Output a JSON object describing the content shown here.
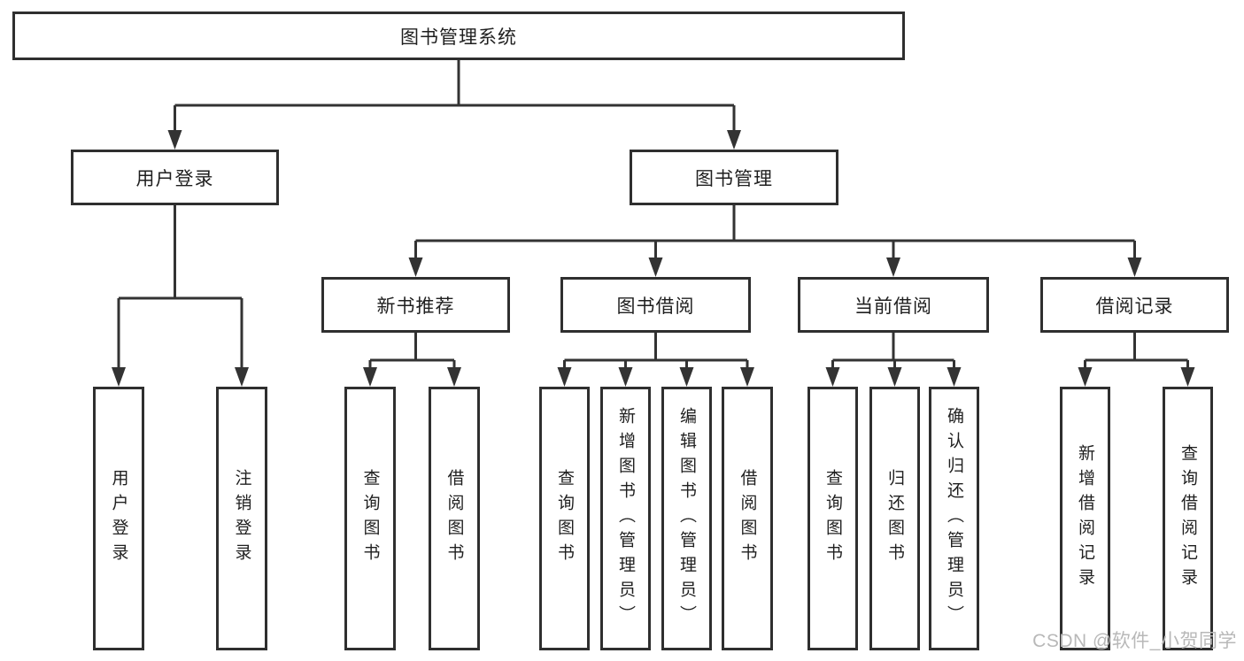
{
  "tree": {
    "root": {
      "label": "图书管理系统"
    },
    "level2": [
      {
        "label": "用户登录"
      },
      {
        "label": "图书管理"
      }
    ],
    "level3": [
      {
        "label": "新书推荐",
        "parent": "图书管理"
      },
      {
        "label": "图书借阅",
        "parent": "图书管理"
      },
      {
        "label": "当前借阅",
        "parent": "图书管理"
      },
      {
        "label": "借阅记录",
        "parent": "图书管理"
      }
    ],
    "leaves": [
      {
        "label": "用户登录",
        "parent": "用户登录"
      },
      {
        "label": "注销登录",
        "parent": "用户登录"
      },
      {
        "label": "查询图书",
        "parent": "新书推荐"
      },
      {
        "label": "借阅图书",
        "parent": "新书推荐"
      },
      {
        "label": "查询图书",
        "parent": "图书借阅"
      },
      {
        "label": "新增图书（管理员）",
        "parent": "图书借阅"
      },
      {
        "label": "编辑图书（管理员）",
        "parent": "图书借阅"
      },
      {
        "label": "借阅图书",
        "parent": "图书借阅"
      },
      {
        "label": "查询图书",
        "parent": "当前借阅"
      },
      {
        "label": "归还图书",
        "parent": "当前借阅"
      },
      {
        "label": "确认归还（管理员）",
        "parent": "当前借阅"
      },
      {
        "label": "新增借阅记录",
        "parent": "借阅记录"
      },
      {
        "label": "查询借阅记录",
        "parent": "借阅记录"
      }
    ]
  },
  "watermark": {
    "text": "CSDN @软件_小贺同学"
  },
  "colors": {
    "line": "#333333",
    "box_border": "#2f2f2f",
    "text": "#1f1f1f",
    "watermark": "#b8b8b8",
    "background": "#ffffff"
  }
}
